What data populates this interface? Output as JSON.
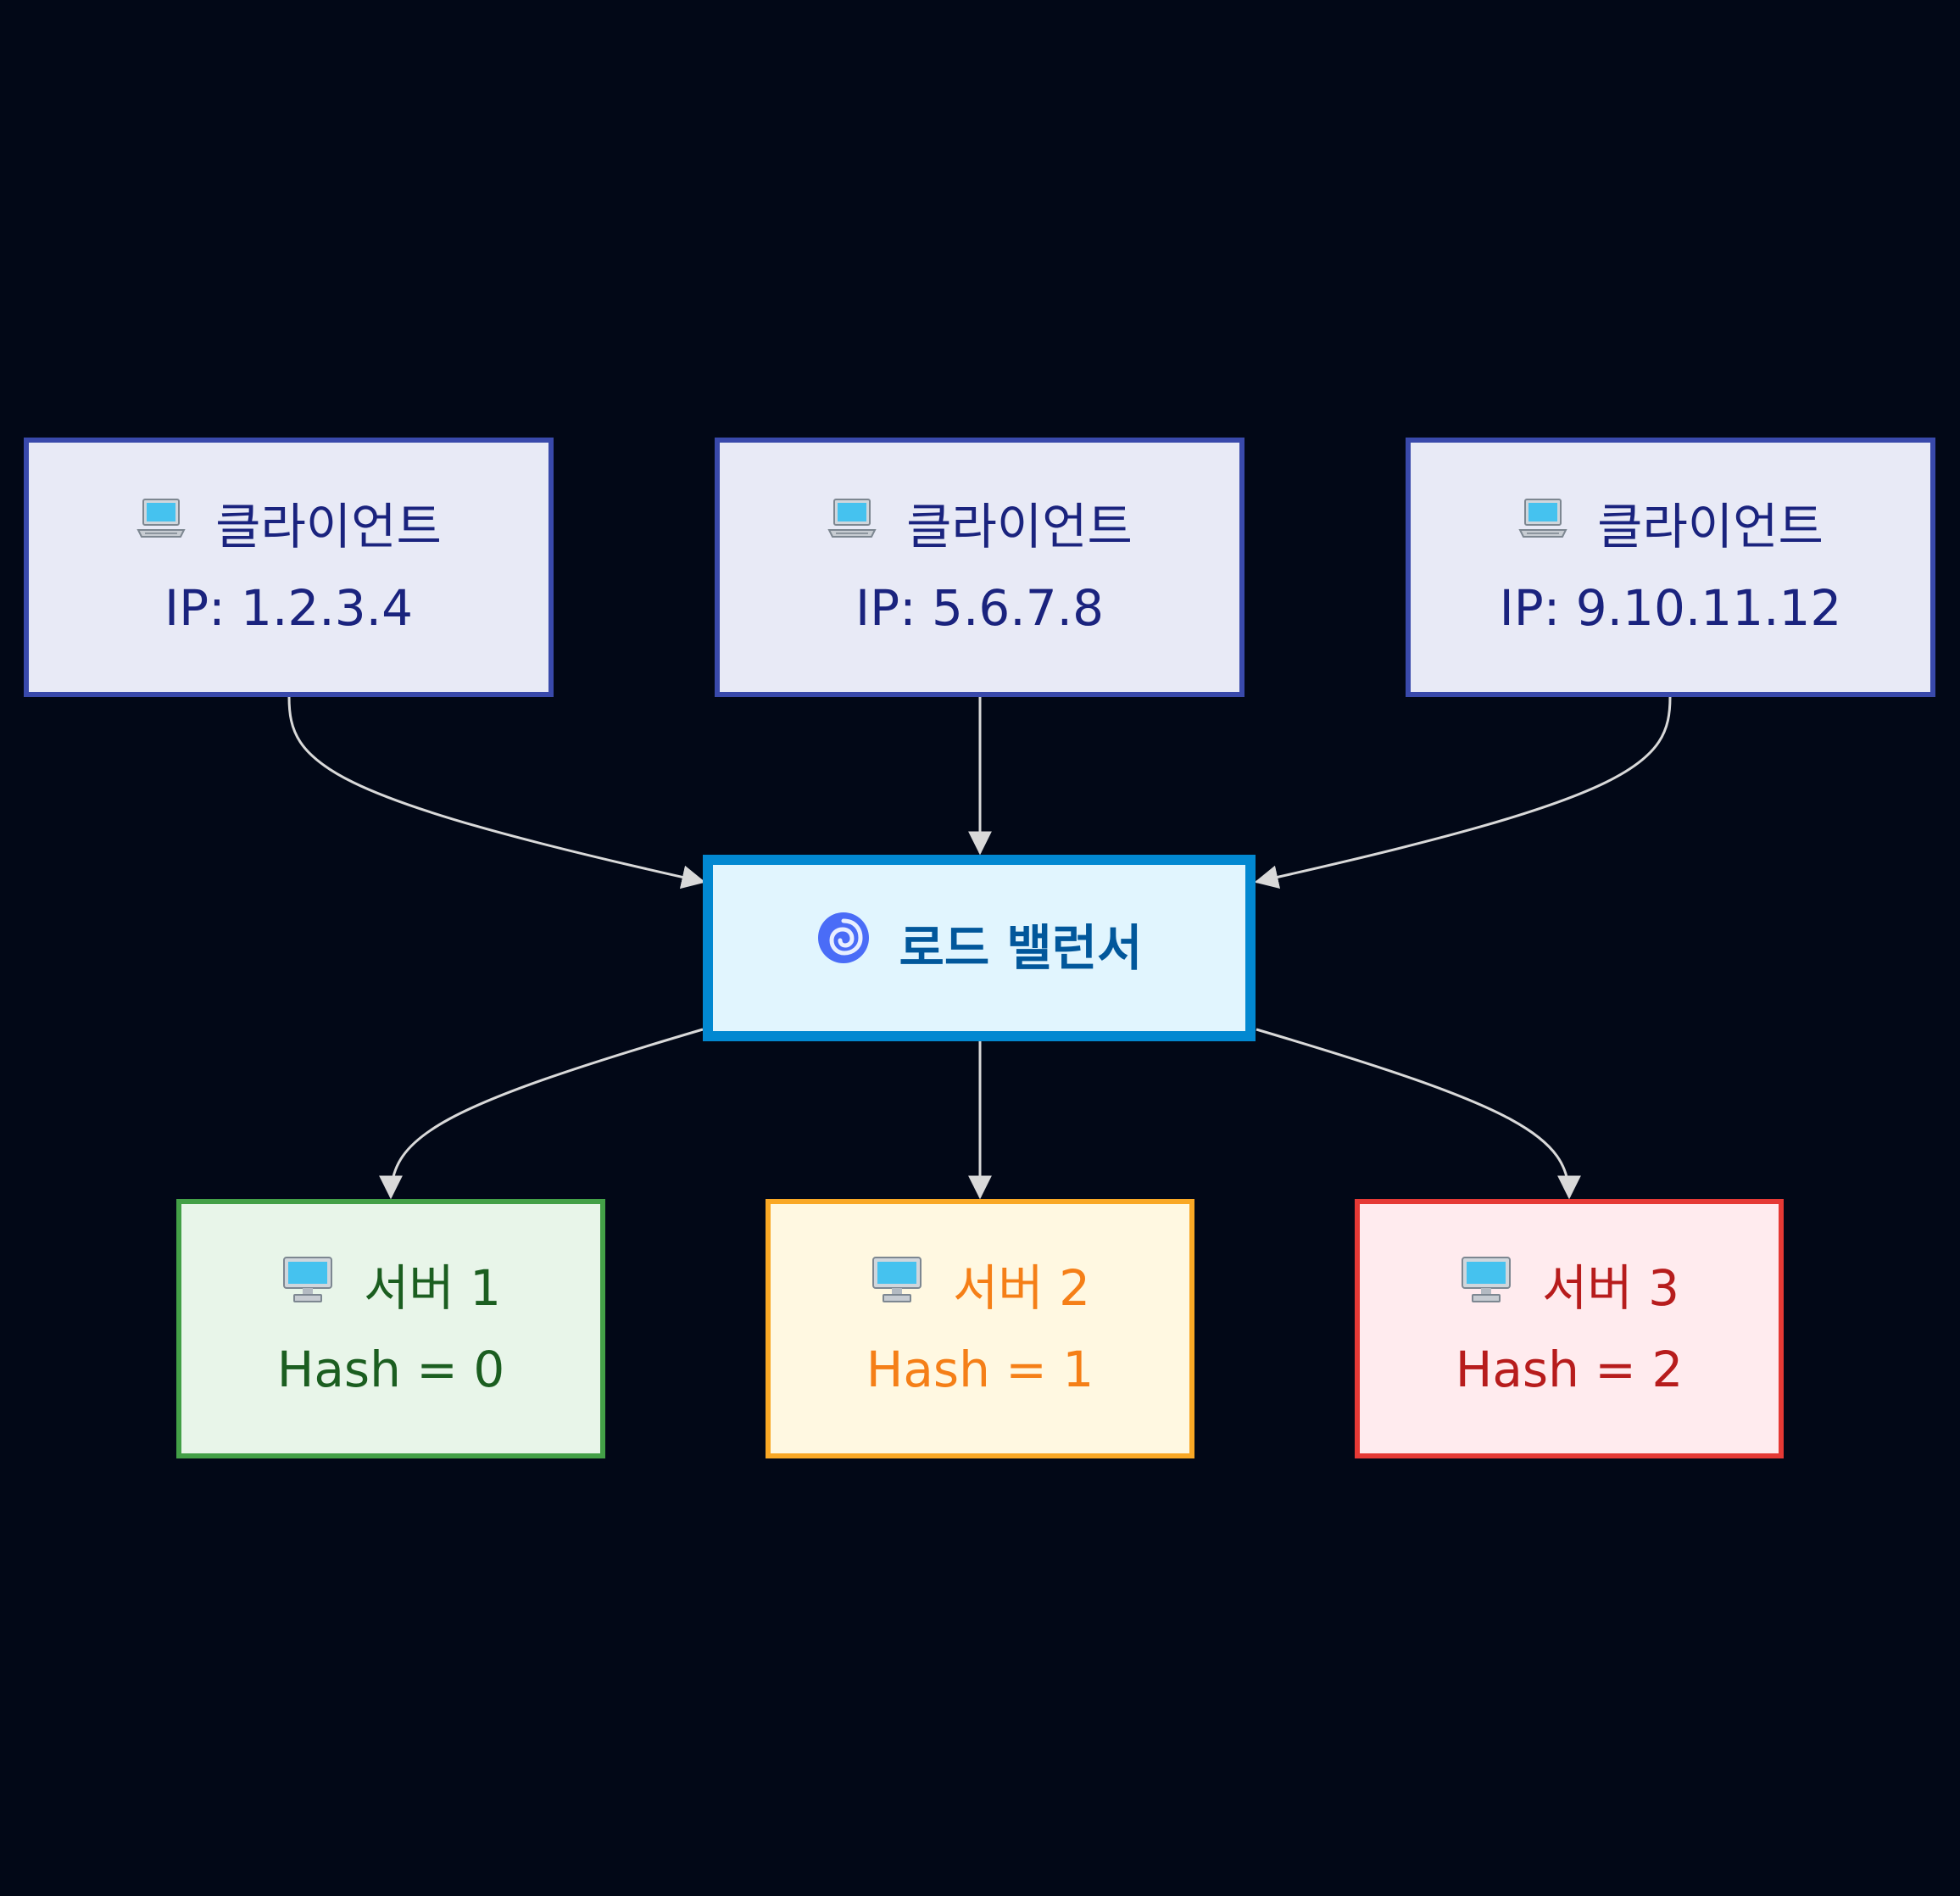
{
  "clients": [
    {
      "icon": "laptop-icon",
      "title": "클라이언트",
      "ip_label": "IP: 1.2.3.4"
    },
    {
      "icon": "laptop-icon",
      "title": "클라이언트",
      "ip_label": "IP: 5.6.7.8"
    },
    {
      "icon": "laptop-icon",
      "title": "클라이언트",
      "ip_label": "IP: 9.10.11.12"
    }
  ],
  "load_balancer": {
    "icon": "cyclone-icon",
    "title": "로드 밸런서"
  },
  "servers": [
    {
      "icon": "desktop-computer-icon",
      "title": "서버 1",
      "hash_label": "Hash = 0"
    },
    {
      "icon": "desktop-computer-icon",
      "title": "서버 2",
      "hash_label": "Hash = 1"
    },
    {
      "icon": "desktop-computer-icon",
      "title": "서버 3",
      "hash_label": "Hash = 2"
    }
  ],
  "colors": {
    "background": "#020817",
    "edge": "#d9d9d9",
    "client_fill": "#e8eaf6",
    "client_border": "#3949ab",
    "client_text": "#1a237e",
    "lb_fill": "#e1f5fe",
    "lb_border": "#0288d1",
    "lb_text": "#01579b",
    "server_1_fill": "#e8f5e9",
    "server_1_border": "#43a047",
    "server_1_text": "#1b5e20",
    "server_2_fill": "#fff8e1",
    "server_2_border": "#f9a825",
    "server_2_text": "#f57f17",
    "server_3_fill": "#ffebee",
    "server_3_border": "#e53935",
    "server_3_text": "#b71c1c"
  },
  "edges": [
    {
      "from": "client-1",
      "to": "load-balancer"
    },
    {
      "from": "client-2",
      "to": "load-balancer"
    },
    {
      "from": "client-3",
      "to": "load-balancer"
    },
    {
      "from": "load-balancer",
      "to": "server-1"
    },
    {
      "from": "load-balancer",
      "to": "server-2"
    },
    {
      "from": "load-balancer",
      "to": "server-3"
    }
  ]
}
